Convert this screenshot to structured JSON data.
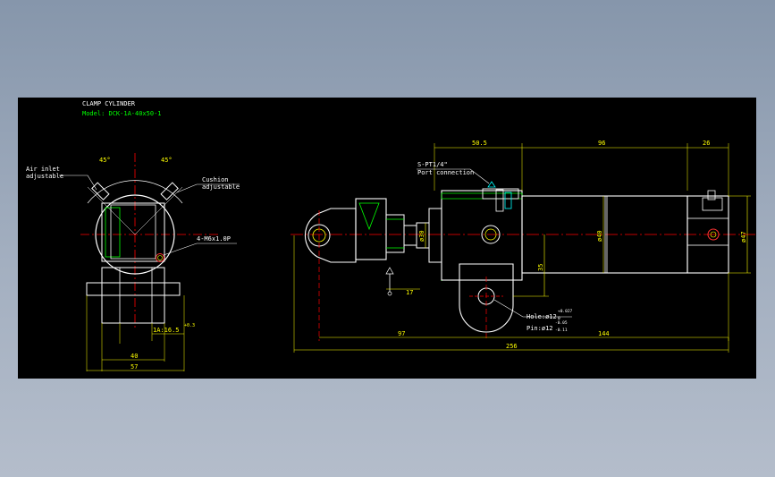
{
  "title_block": {
    "title": "CLAMP CYLINDER",
    "model": "Model: DCK-1A-40x50-1"
  },
  "left_view": {
    "angle_left": "45°",
    "angle_right": "45°",
    "air_inlet": [
      "Air inlet",
      "adjustable"
    ],
    "cushion": [
      "Cushion",
      "adjustable"
    ],
    "thread_callout": "4-M6x1.0P",
    "dim_1a": "1A:16.5",
    "dim_1a_tol": "+0.3",
    "dim_40": "40",
    "dim_57": "57"
  },
  "right_view": {
    "dim_50_5": "50.5",
    "dim_96": "96",
    "dim_26": "26",
    "port_callout": [
      "S-PT1/4\"",
      "Port connection"
    ],
    "dim_phi30": "ø30",
    "dim_phi40": "ø40",
    "dim_phi47": "ø47",
    "dim_35": "35",
    "dim_17": "17",
    "hole_callout": "Hole:ø12",
    "hole_tol_upper": "+0.027",
    "hole_tol_lower": "0",
    "pin_callout": "Pin:ø12",
    "pin_tol_upper": "-0.05",
    "pin_tol_lower": "-0.11",
    "dim_97": "97",
    "dim_144": "144",
    "dim_256": "256"
  },
  "colors": {
    "background": "#000000",
    "outline": "#ffffff",
    "dimension": "#ffff00",
    "centerline": "#ff0000",
    "hidden": "#00ff00",
    "accent": "#00ffff",
    "model_text": "#00ff00"
  }
}
